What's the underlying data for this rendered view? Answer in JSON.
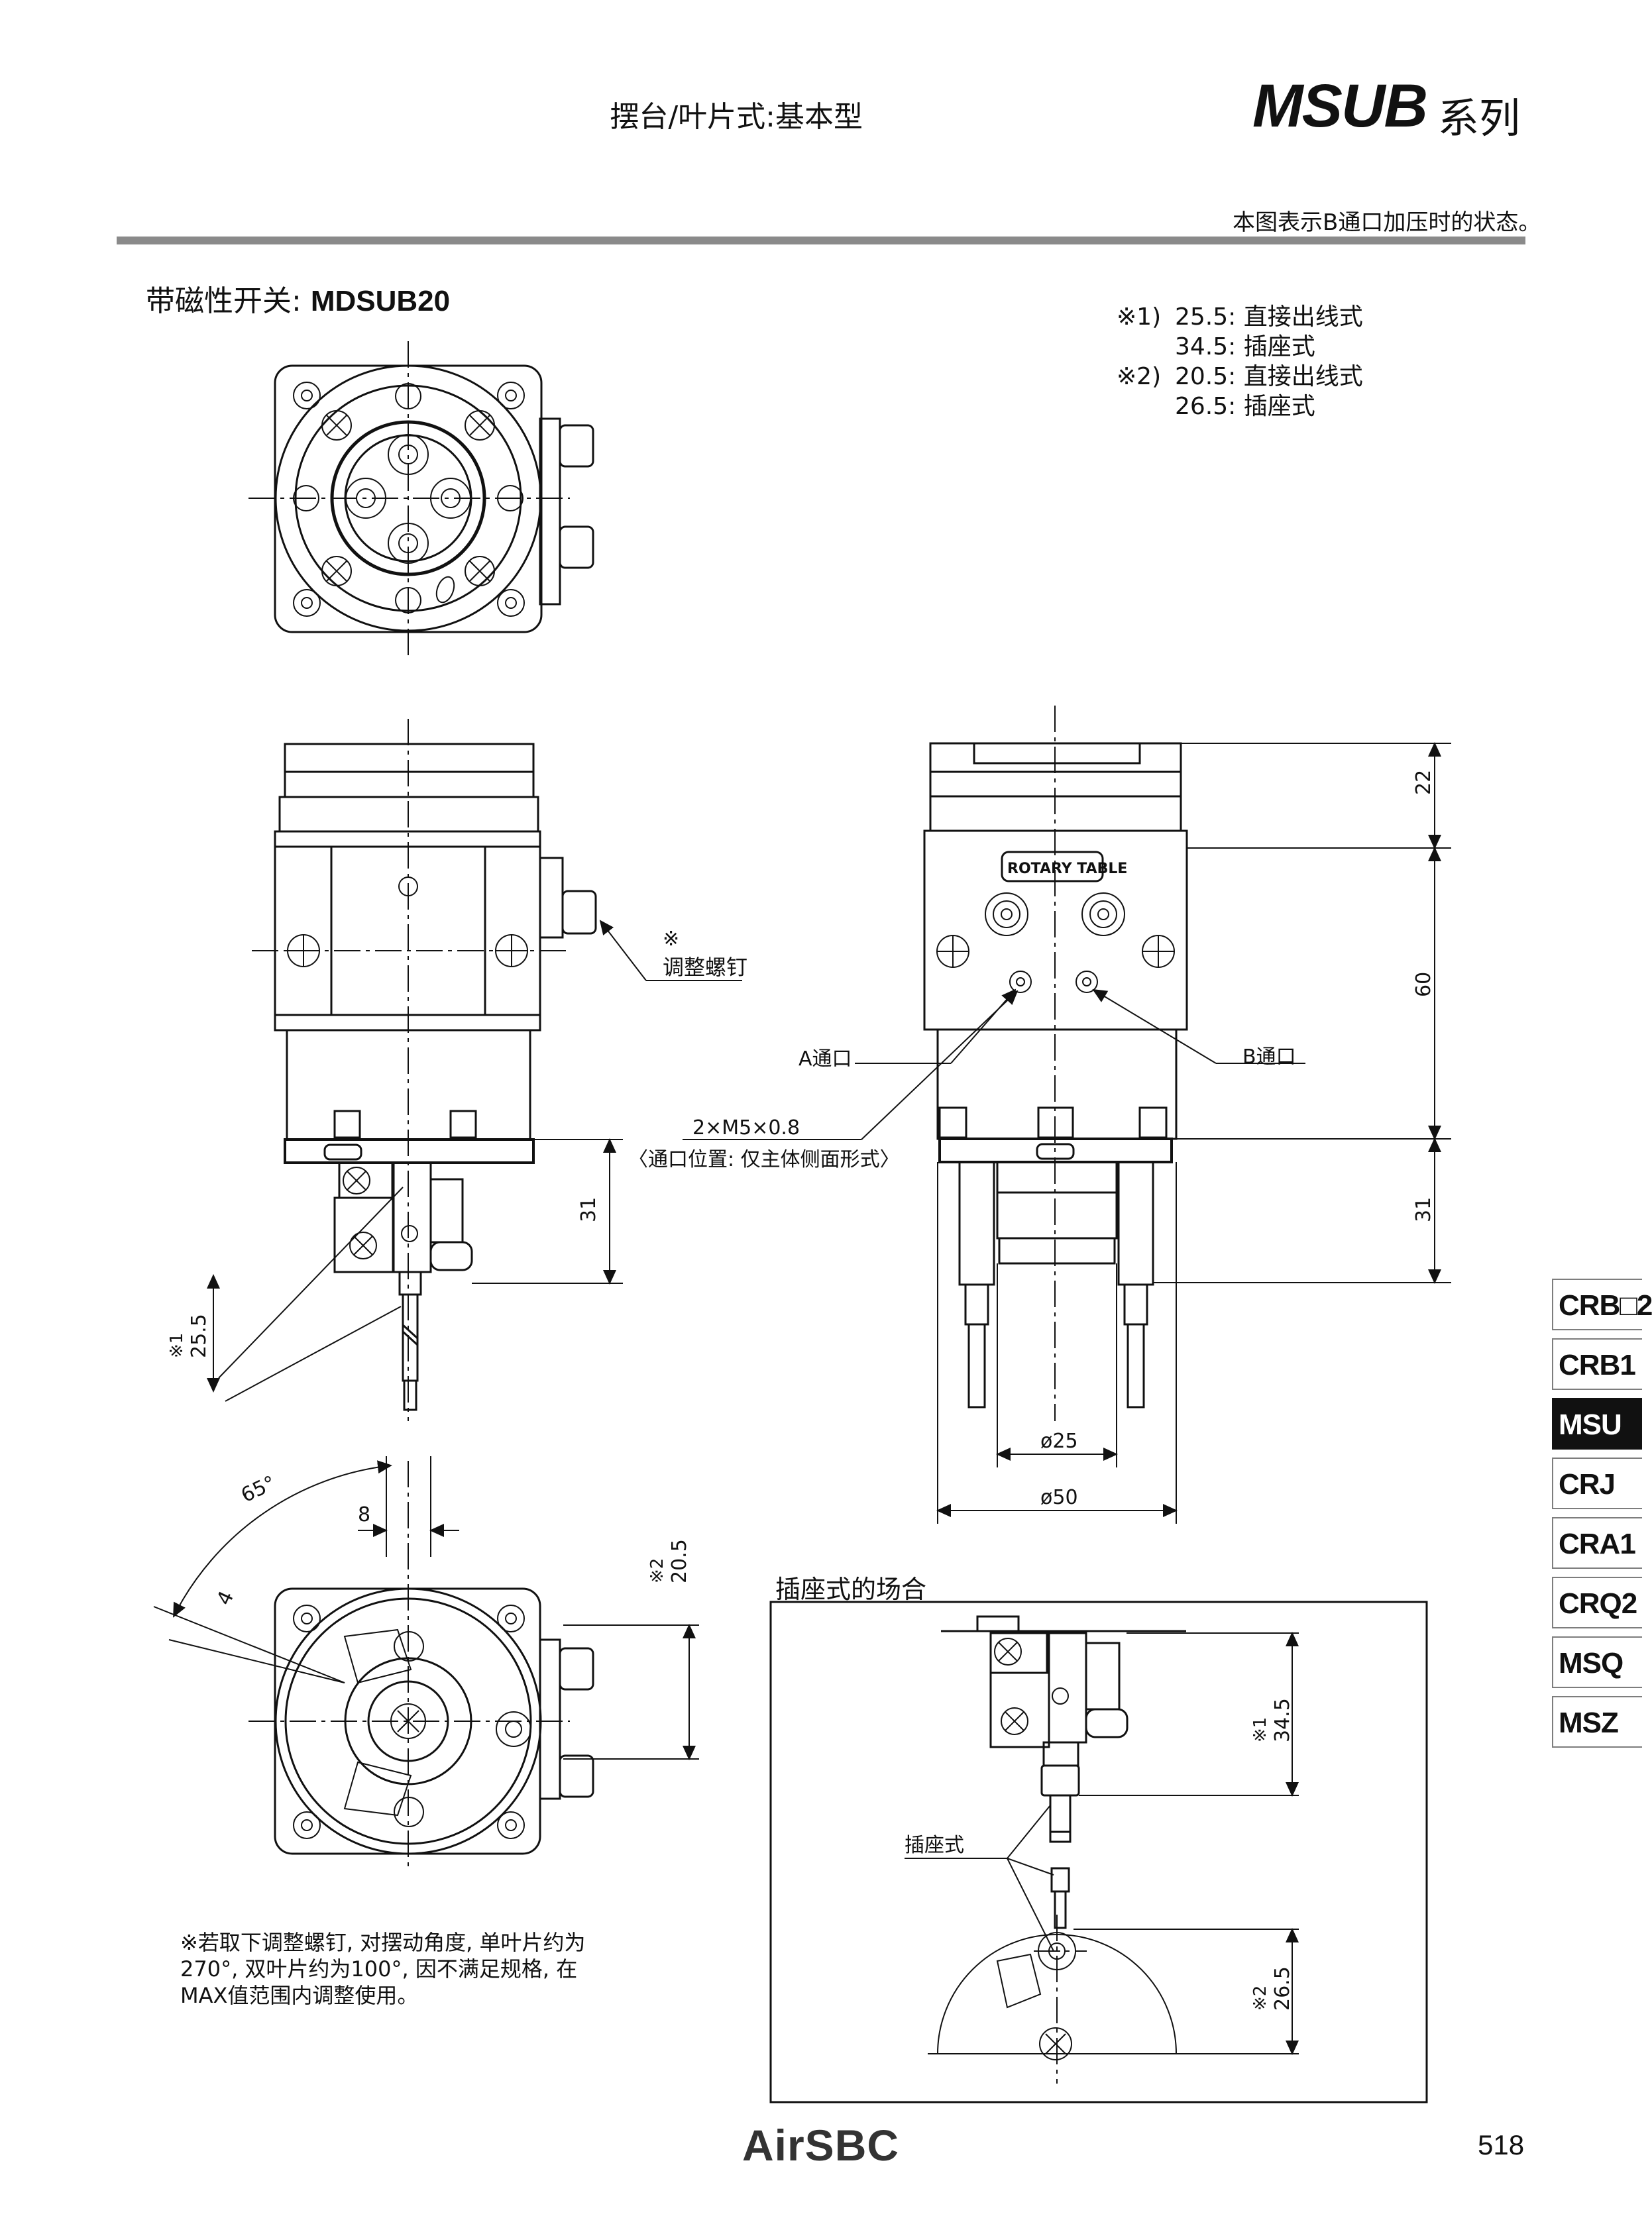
{
  "header": {
    "subtitle": "摆台/叶片式:基本型",
    "model": "MSUB",
    "series_suffix": "系列"
  },
  "caption": "本图表示B通口加压时的状态。",
  "section": {
    "label": "带磁性开关:",
    "model": "MDSUB20"
  },
  "notes": [
    {
      "mark": "※1)",
      "value": "25.5:",
      "text": "直接出线式"
    },
    {
      "mark": "",
      "value": "34.5:",
      "text": "插座式"
    },
    {
      "mark": "※2)",
      "value": "20.5:",
      "text": "直接出线式"
    },
    {
      "mark": "",
      "value": "26.5:",
      "text": "插座式"
    }
  ],
  "callouts": {
    "adjust_mark": "※",
    "adjust_screw": "调整螺钉",
    "port_a": "A通口",
    "port_b": "B通口",
    "thread": "2×M5×0.8",
    "port_position": "〈通口位置: 仅主体侧面形式〉",
    "plate_label": "ROTARY TABLE",
    "socket_type": "插座式"
  },
  "dimensions": {
    "d22": "22",
    "d60": "60",
    "d31_right": "31",
    "d31_left": "31",
    "d1_25_5_mark": "※1",
    "d1_25_5": "25.5",
    "phi25": "ø25",
    "phi50": "ø50",
    "angle65": "65°",
    "d8": "8",
    "d4": "4",
    "d2_20_5_mark": "※2",
    "d2_20_5": "20.5",
    "d1_34_5_mark": "※1",
    "d1_34_5": "34.5",
    "d2_26_5_mark": "※2",
    "d2_26_5": "26.5"
  },
  "inset_title": "插座式的场合",
  "footnote": "※若取下调整螺钉, 对摆动角度, 单叶片约为270°, 双叶片约为100°, 因不满足规格, 在MAX值范围内调整使用。",
  "tabs": [
    {
      "label": "CRB□2",
      "active": false
    },
    {
      "label": "CRB1",
      "active": false
    },
    {
      "label": "MSU",
      "active": true
    },
    {
      "label": "CRJ",
      "active": false
    },
    {
      "label": "CRA1",
      "active": false
    },
    {
      "label": "CRQ2",
      "active": false
    },
    {
      "label": "MSQ",
      "active": false
    },
    {
      "label": "MSZ",
      "active": false
    }
  ],
  "logo": "AirSBC",
  "page_number": "518"
}
